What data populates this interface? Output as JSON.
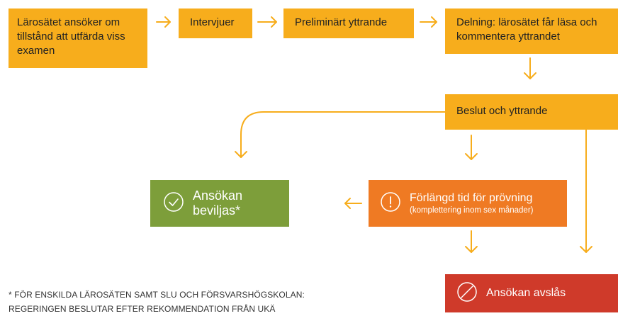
{
  "flow": {
    "apply": "Lärosätet ansöker om tillstånd att utfärda viss examen",
    "interviews": "Intervjuer",
    "preliminary": "Preliminärt yttrande",
    "sharing": "Delning: lärosätet får läsa och kommentera yttrandet",
    "decision": "Beslut och yttrande"
  },
  "outcomes": {
    "approved": {
      "label": "Ansökan beviljas*",
      "color": "#7d9e3a",
      "icon": "check-circle-icon"
    },
    "extended": {
      "label": "Förlängd tid för prövning",
      "sublabel": "(komplettering inom sex månader)",
      "color": "#ef7a23",
      "icon": "exclamation-circle-icon"
    },
    "rejected": {
      "label": "Ansökan avslås",
      "color": "#cf3a2a",
      "icon": "prohibited-circle-icon"
    }
  },
  "footnote": {
    "line1": "* FÖR ENSKILDA LÄROSÄTEN SAMT SLU OCH FÖRSVARSHÖGSKOLAN:",
    "line2": "REGERINGEN BESLUTAR EFTER REKOMMENDATION FRÅN UKÄ"
  },
  "colors": {
    "step": "#f7ad1c",
    "arrow": "#f7ad1c"
  }
}
